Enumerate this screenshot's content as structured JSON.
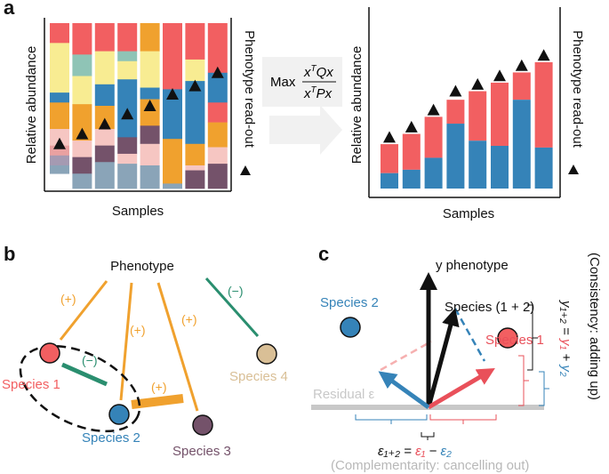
{
  "panels": {
    "a": "a",
    "b": "b",
    "c": "c"
  },
  "colors": {
    "red": "#f25f61",
    "blue": "#3583b8",
    "orange": "#f0a12e",
    "yellow": "#f8ec92",
    "teal": "#8fc4b6",
    "green": "#2a8e6f",
    "mauve": "#74526a",
    "tan": "#d9bf96",
    "grey": "#c8c8c8",
    "pink": "#f6c6c2",
    "dark_pink": "#e9a1a1"
  },
  "panel_a": {
    "ylabel_left": "Relative abundance",
    "ylabel_right": "Phenotype read-out",
    "xlabel_left": "Samples",
    "xlabel_right": "Samples",
    "arrow_text": "Max",
    "fraction": {
      "num_x": "x",
      "num_t": "T",
      "num_rest": "Qx",
      "den_x": "x",
      "den_t": "T",
      "den_rest": "Px"
    },
    "left_bars": [
      {
        "segments": [
          {
            "color": "#f25f61",
            "frac": 0.12
          },
          {
            "color": "#f8ec92",
            "frac": 0.3
          },
          {
            "color": "#3583b8",
            "frac": 0.06
          },
          {
            "color": "#f0a12e",
            "frac": 0.16
          },
          {
            "color": "#f6c6c2",
            "frac": 0.1
          },
          {
            "color": "#e9a1a1",
            "frac": 0.06
          },
          {
            "color": "#a59ab2",
            "frac": 0.06
          },
          {
            "color": "#8aa4b8",
            "frac": 0.05
          }
        ],
        "phenotype": 0.27
      },
      {
        "segments": [
          {
            "color": "#f25f61",
            "frac": 0.19
          },
          {
            "color": "#8fc4b6",
            "frac": 0.13
          },
          {
            "color": "#f8ec92",
            "frac": 0.17
          },
          {
            "color": "#f0a12e",
            "frac": 0.22
          },
          {
            "color": "#f6c6c2",
            "frac": 0.1
          },
          {
            "color": "#74526a",
            "frac": 0.1
          },
          {
            "color": "#8aa4b8",
            "frac": 0.09
          }
        ],
        "phenotype": 0.33
      },
      {
        "segments": [
          {
            "color": "#f25f61",
            "frac": 0.17
          },
          {
            "color": "#f8ec92",
            "frac": 0.2
          },
          {
            "color": "#3583b8",
            "frac": 0.13
          },
          {
            "color": "#f0a12e",
            "frac": 0.14
          },
          {
            "color": "#f6c6c2",
            "frac": 0.1
          },
          {
            "color": "#74526a",
            "frac": 0.1
          },
          {
            "color": "#8aa4b8",
            "frac": 0.16
          }
        ],
        "phenotype": 0.39
      },
      {
        "segments": [
          {
            "color": "#f25f61",
            "frac": 0.17
          },
          {
            "color": "#8fc4b6",
            "frac": 0.06
          },
          {
            "color": "#f8ec92",
            "frac": 0.11
          },
          {
            "color": "#3583b8",
            "frac": 0.35
          },
          {
            "color": "#74526a",
            "frac": 0.1
          },
          {
            "color": "#f6c6c2",
            "frac": 0.06
          },
          {
            "color": "#8aa4b8",
            "frac": 0.15
          }
        ],
        "phenotype": 0.45
      },
      {
        "segments": [
          {
            "color": "#f0a12e",
            "frac": 0.17
          },
          {
            "color": "#f8ec92",
            "frac": 0.22
          },
          {
            "color": "#3583b8",
            "frac": 0.07
          },
          {
            "color": "#f0a12e",
            "frac": 0.16
          },
          {
            "color": "#74526a",
            "frac": 0.11
          },
          {
            "color": "#f6c6c2",
            "frac": 0.13
          },
          {
            "color": "#8aa4b8",
            "frac": 0.14
          }
        ],
        "phenotype": 0.5
      },
      {
        "segments": [
          {
            "color": "#f25f61",
            "frac": 0.4
          },
          {
            "color": "#3583b8",
            "frac": 0.3
          },
          {
            "color": "#f0a12e",
            "frac": 0.27
          },
          {
            "color": "#8aa4b8",
            "frac": 0.03
          }
        ],
        "phenotype": 0.57
      },
      {
        "segments": [
          {
            "color": "#f25f61",
            "frac": 0.22
          },
          {
            "color": "#f8ec92",
            "frac": 0.13
          },
          {
            "color": "#3583b8",
            "frac": 0.38
          },
          {
            "color": "#f0a12e",
            "frac": 0.13
          },
          {
            "color": "#f6c6c2",
            "frac": 0.03
          },
          {
            "color": "#74526a",
            "frac": 0.11
          }
        ],
        "phenotype": 0.62
      },
      {
        "segments": [
          {
            "color": "#f25f61",
            "frac": 0.3
          },
          {
            "color": "#3583b8",
            "frac": 0.18
          },
          {
            "color": "#f25f61",
            "frac": 0.12
          },
          {
            "color": "#f0a12e",
            "frac": 0.15
          },
          {
            "color": "#f6c6c2",
            "frac": 0.1
          },
          {
            "color": "#74526a",
            "frac": 0.15
          }
        ],
        "phenotype": 0.7
      }
    ],
    "right_bars": [
      {
        "blue": 0.09,
        "total": 0.26,
        "phenotype": 0.3
      },
      {
        "blue": 0.11,
        "total": 0.32,
        "phenotype": 0.36
      },
      {
        "blue": 0.18,
        "total": 0.42,
        "phenotype": 0.46
      },
      {
        "blue": 0.38,
        "total": 0.52,
        "phenotype": 0.57
      },
      {
        "blue": 0.28,
        "total": 0.57,
        "phenotype": 0.61
      },
      {
        "blue": 0.25,
        "total": 0.62,
        "phenotype": 0.66
      },
      {
        "blue": 0.52,
        "total": 0.68,
        "phenotype": 0.72
      },
      {
        "blue": 0.24,
        "total": 0.74,
        "phenotype": 0.78
      }
    ]
  },
  "panel_b": {
    "phenotype": "Phenotype",
    "species": [
      "Species 1",
      "Species 2",
      "Species 3",
      "Species 4"
    ],
    "signs": [
      "(+)",
      "(+)",
      "(+)",
      "(+)",
      "(+)",
      "(−)",
      "(−)"
    ]
  },
  "panel_c": {
    "y_phenotype": "y phenotype",
    "species_12": "Species (1 + 2)",
    "species_1": "Species 1",
    "species_2": "Species 2",
    "residual": "Residual ε",
    "consistency": "(Consistency: adding up)",
    "y12": "y₁₊₂ = ",
    "y1": "y₁",
    "plus": " + ",
    "y2": "y₂",
    "eps12": "ε₁₊₂ = ",
    "eps1": "ε₁",
    "minus": " − ",
    "eps2": "ε₂",
    "complementarity": "(Complementarity: cancelling out)"
  }
}
